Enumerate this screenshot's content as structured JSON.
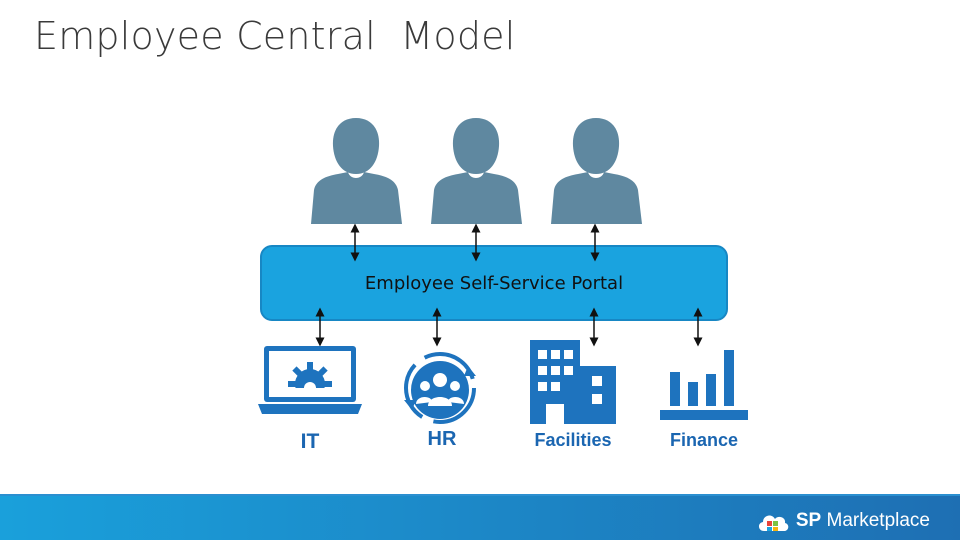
{
  "title": "Employee Central  Model",
  "portal": {
    "label": "Employee Self-Service Portal"
  },
  "users": [
    {
      "icon": "person-icon"
    },
    {
      "icon": "person-icon"
    },
    {
      "icon": "person-icon"
    }
  ],
  "departments": [
    {
      "label": "IT",
      "icon": "laptop-gear-icon"
    },
    {
      "label": "HR",
      "icon": "team-cycle-icon"
    },
    {
      "label": "Facilities",
      "icon": "buildings-icon"
    },
    {
      "label": "Finance",
      "icon": "bar-chart-icon"
    }
  ],
  "footer": {
    "brand_bold": "SP",
    "brand_rest": " Marketplace",
    "logo": "cloud-logo-icon"
  },
  "colors": {
    "accent": "#1aa3df",
    "icon_blue": "#1e73be",
    "person": "#5f88a0",
    "label": "#1b66b1"
  }
}
